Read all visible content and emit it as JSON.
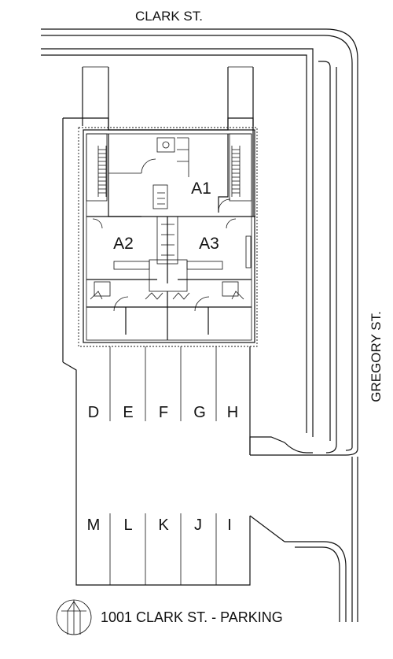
{
  "streets": {
    "north": "CLARK ST.",
    "east": "GREGORY ST."
  },
  "units": [
    "A1",
    "A2",
    "A3"
  ],
  "parking_spaces_upper": [
    "D",
    "E",
    "F",
    "G",
    "H"
  ],
  "parking_spaces_lower": [
    "M",
    "L",
    "K",
    "J",
    "I"
  ],
  "caption": "1001 CLARK ST. - PARKING",
  "icons": {
    "north_arrow": "north-arrow-icon"
  }
}
